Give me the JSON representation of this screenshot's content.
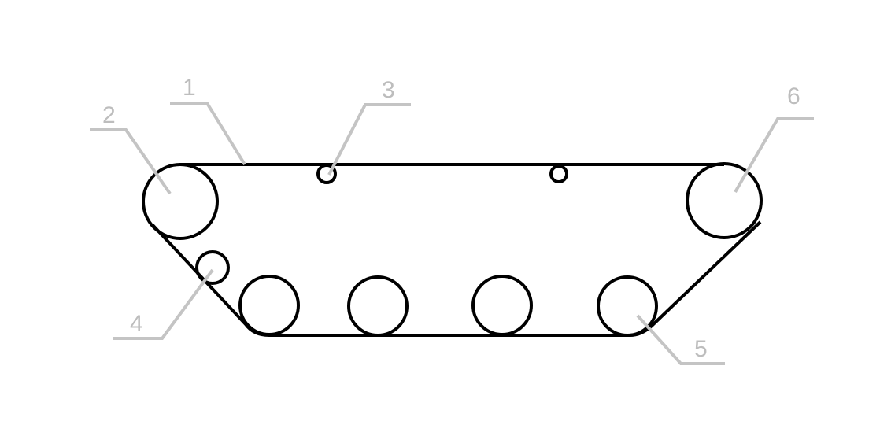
{
  "callouts": [
    {
      "id": "1",
      "label": "1"
    },
    {
      "id": "2",
      "label": "2"
    },
    {
      "id": "3",
      "label": "3"
    },
    {
      "id": "4",
      "label": "4"
    },
    {
      "id": "5",
      "label": "5"
    },
    {
      "id": "6",
      "label": "6"
    }
  ],
  "colors": {
    "outline": "#000000",
    "callout": "#c4c4c4"
  }
}
